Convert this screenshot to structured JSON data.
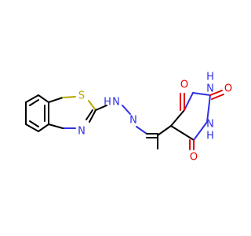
{
  "colors": {
    "carbon": "#000000",
    "nitrogen": "#2f2fe6",
    "oxygen": "#e60000",
    "sulfur": "#b8a900"
  },
  "atoms": {
    "s": "S",
    "n_thiazole": "N",
    "nh_hydrazone": "H",
    "nh_hydrazone_n": "N",
    "n_imine": "N",
    "o_top": "O",
    "o_right": "O",
    "o_bottom": "O",
    "nh_top_h": "H",
    "nh_top_n": "N",
    "nh_bottom_n": "N",
    "nh_bottom_h": "H"
  }
}
